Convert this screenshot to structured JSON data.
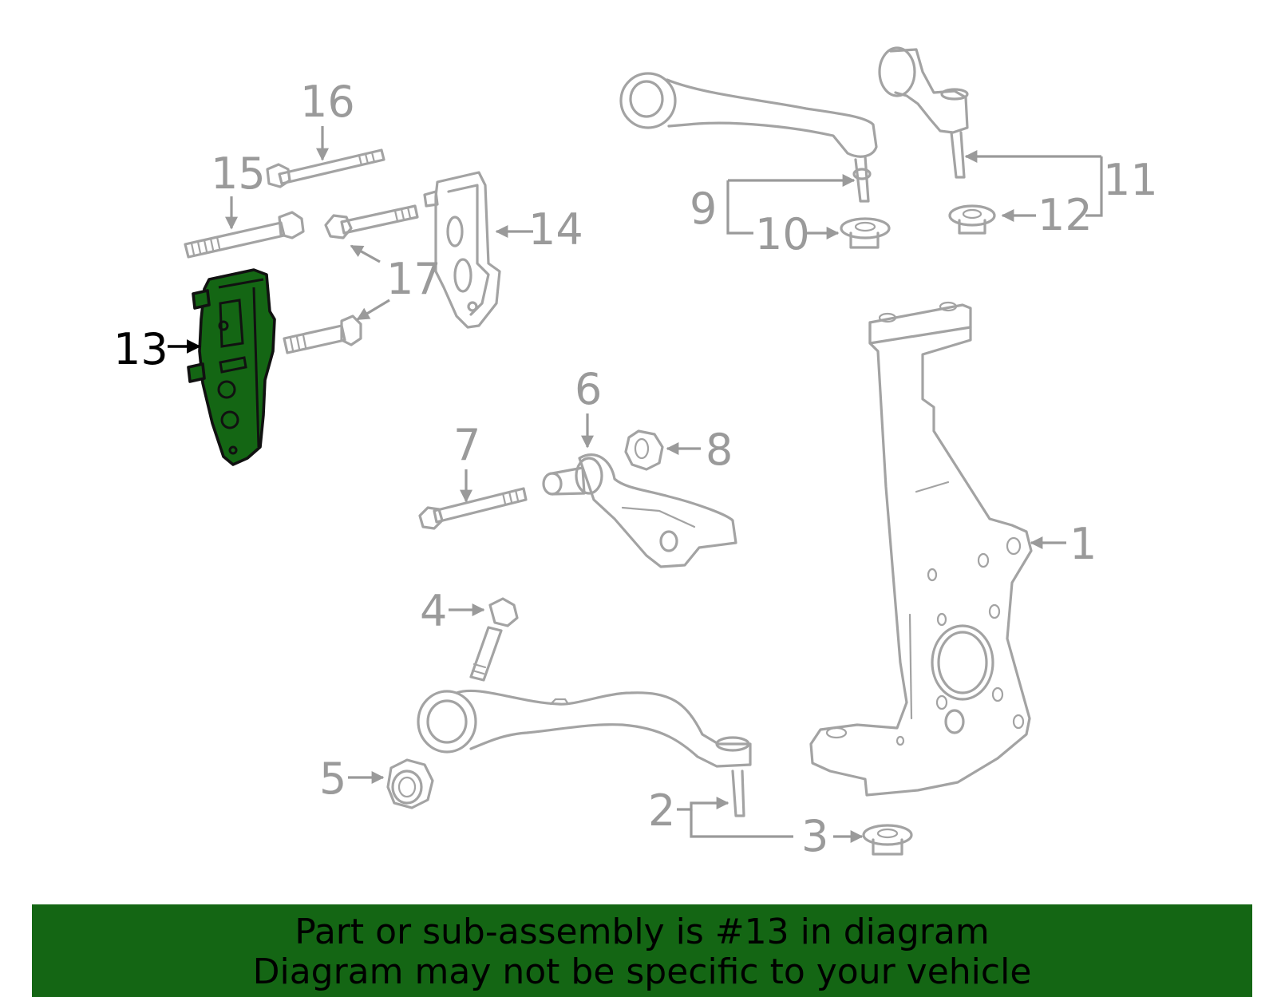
{
  "diagram": {
    "highlight_color": "#146614",
    "part_color": "#a3a3a3",
    "highlighted_callout": "13",
    "callouts": {
      "c1": "1",
      "c2": "2",
      "c3": "3",
      "c4": "4",
      "c5": "5",
      "c6": "6",
      "c7": "7",
      "c8": "8",
      "c9": "9",
      "c10": "10",
      "c11": "11",
      "c12": "12",
      "c13": "13",
      "c14": "14",
      "c15": "15",
      "c16": "16",
      "c17": "17"
    }
  },
  "banner": {
    "line1": "Part or sub-assembly is #13 in diagram",
    "line2": "Diagram may not be specific to your vehicle",
    "background": "#146614"
  }
}
